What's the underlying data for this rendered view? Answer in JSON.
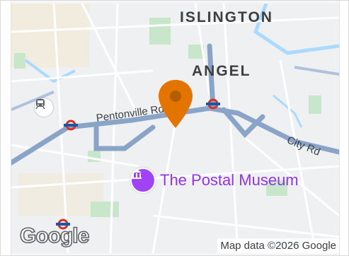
{
  "map": {
    "districts": [
      "ISLINGTON",
      "ANGEL"
    ],
    "roads": [
      "Pentonville Rd",
      "City Rd"
    ],
    "poi": {
      "label": "The Postal Museum",
      "icon": "museum-icon",
      "color": "#a142f4"
    },
    "transit_icon": "train-station-icon",
    "marker": {
      "icon": "location-pin-icon",
      "color": "#e37400"
    },
    "logo": "Google",
    "attribution": "Map data ©2026 Google",
    "colors": {
      "road_major": "#8aa4c8",
      "park": "#c8e6c9",
      "water": "#aadaff",
      "underground": "#d93025"
    }
  }
}
